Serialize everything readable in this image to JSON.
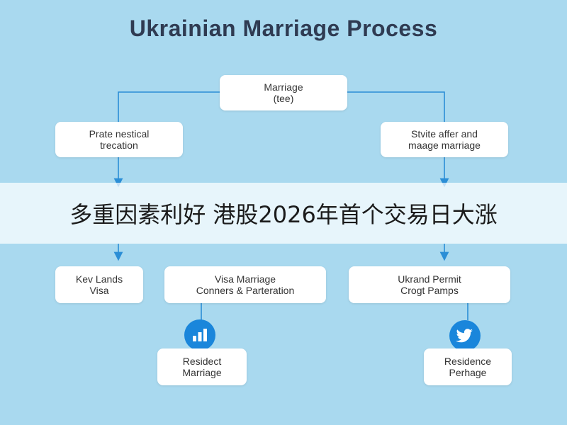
{
  "diagram": {
    "title": "Ukrainian Marriage Process",
    "nodes": {
      "top": {
        "line1": "Marriage",
        "line2": "(tee)"
      },
      "left1": {
        "line1": "Prate nestical",
        "line2": "trecation"
      },
      "right1": {
        "line1": "Stvite affer and",
        "line2": "maage marriage"
      },
      "left2": {
        "line1": "Kev Lands",
        "line2": "Visa"
      },
      "center2": {
        "line1": "Visa Marriage",
        "line2": "Conners & Parteration"
      },
      "right2": {
        "line1": "Ukrand Permit",
        "line2": "Crogt Pamps"
      },
      "bottom_mid": {
        "line1": "Residect",
        "line2": "Marriage"
      },
      "bottom_right": {
        "line1": "Residence",
        "line2": "Perhage"
      }
    },
    "icons": {
      "chart": "bar-chart-icon",
      "bird": "bird-icon"
    },
    "colors": {
      "background": "#a9d9ef",
      "node": "#ffffff",
      "line": "#2b8ed6",
      "icon": "#1a86db"
    }
  },
  "banner": {
    "text": "多重因素利好 港股2026年首个交易日大涨"
  }
}
